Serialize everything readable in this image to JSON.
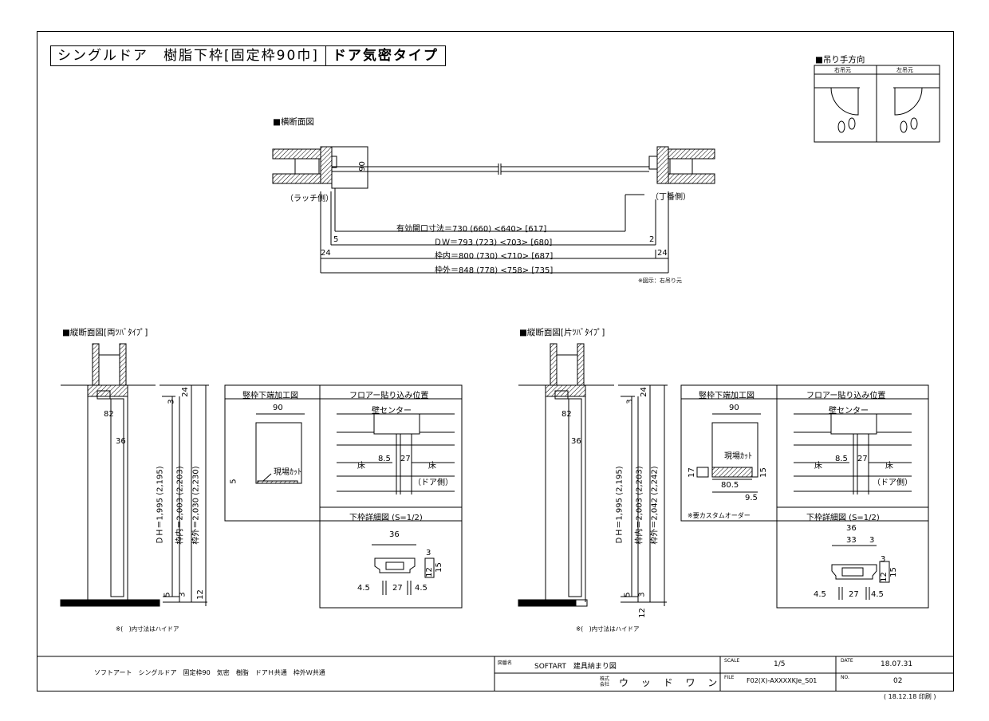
{
  "title": {
    "main": "シングルドア　樹脂下枠[固定枠90巾]",
    "sub": "ドア気密タイプ"
  },
  "swing": {
    "heading": "■吊り手方向",
    "right": "右吊元",
    "left": "左吊元"
  },
  "plan": {
    "heading": "■横断面図",
    "latch_side": "（ラッチ側）",
    "hinge_side": "（丁番側）",
    "jamb_depth": "90",
    "dims": {
      "opening": "有効開口寸法＝730 (660) <640> [617]",
      "dw": "ＤＷ＝793 (723) <703> [680]",
      "inner": "枠内＝800 (730) <710> [687]",
      "outer": "枠外＝848 (778) <758> [735]",
      "left_gap": "5",
      "right_gap": "2",
      "left_frame": "24",
      "right_frame": "24"
    },
    "note": "※図示：右吊り元"
  },
  "sect_left": {
    "heading": "■縦断面図[両ﾂﾊﾞﾀｲﾌﾟ]",
    "d82": "82",
    "d36": "36",
    "d3": "3",
    "d24": "24",
    "dh": "ＤＨ＝1,995 (2,195)",
    "inner": "枠内＝2,003 (2,203)",
    "outer": "枠外＝2,030 (2,230)",
    "b5": "5",
    "b3": "3",
    "b12": "12",
    "note": "※(　)内寸法はハイドア"
  },
  "sect_right": {
    "heading": "■縦断面図[片ﾂﾊﾞﾀｲﾌﾟ]",
    "d82": "82",
    "d36": "36",
    "d3": "3",
    "d24": "24",
    "dh": "ＤＨ＝1,995 (2,195)",
    "inner": "枠内＝2,003 (2,203)",
    "outer": "枠外＝2,042 (2,242)",
    "b5": "5",
    "b3": "3",
    "b12": "12",
    "note": "※(　)内寸法はハイドア"
  },
  "detail_left": {
    "h1": "竪枠下端加工図",
    "h2": "フロアー貼り込み位置",
    "h3": "下枠詳細図 (S=1/2)",
    "w90": "90",
    "cut": "現場ｶｯﾄ",
    "d5": "5",
    "wall": "壁センター",
    "floor": "床",
    "floor2": "床",
    "d85": "8.5",
    "d27": "27",
    "door": "（ドア側）",
    "s36": "36",
    "s3": "3",
    "s12": "12",
    "s15": "15",
    "s45a": "4.5",
    "s27": "27",
    "s45b": "4.5"
  },
  "detail_right": {
    "h1": "竪枠下端加工図",
    "h2": "フロアー貼り込み位置",
    "h3": "下枠詳細図 (S=1/2)",
    "w90": "90",
    "cut": "現場ｶｯﾄ",
    "d17": "17",
    "d15": "15",
    "d805": "80.5",
    "d95": "9.5",
    "custom": "※要カスタムオーダー",
    "wall": "壁センター",
    "floor": "床",
    "floor2": "床",
    "d85": "8.5",
    "d27": "27",
    "door": "（ドア側）",
    "s36": "36",
    "s33": "33",
    "s3": "3",
    "s3b": "3",
    "s12": "12",
    "s15": "15",
    "s45a": "4.5",
    "s27": "27",
    "s45b": "4.5"
  },
  "titleblock": {
    "desc": "ソフトアート　シングルドア　固定枠90　気密　樹脂　ドアＨ共通　枠外Ｗ共通",
    "label_dwg": "図番名",
    "dwg": "SOFTART　建具納まり図",
    "company_pre": "株式会社",
    "company": "ウ ッ ド ワ ン",
    "label_scale": "SCALE",
    "scale": "1/5",
    "label_date": "DATE",
    "date": "18.07.31",
    "label_file": "FILE",
    "file": "F02(X)-AXXXXKJe_S01",
    "label_no": "NO.",
    "no": "02",
    "printed": "( 18.12.18 印刷 )"
  }
}
